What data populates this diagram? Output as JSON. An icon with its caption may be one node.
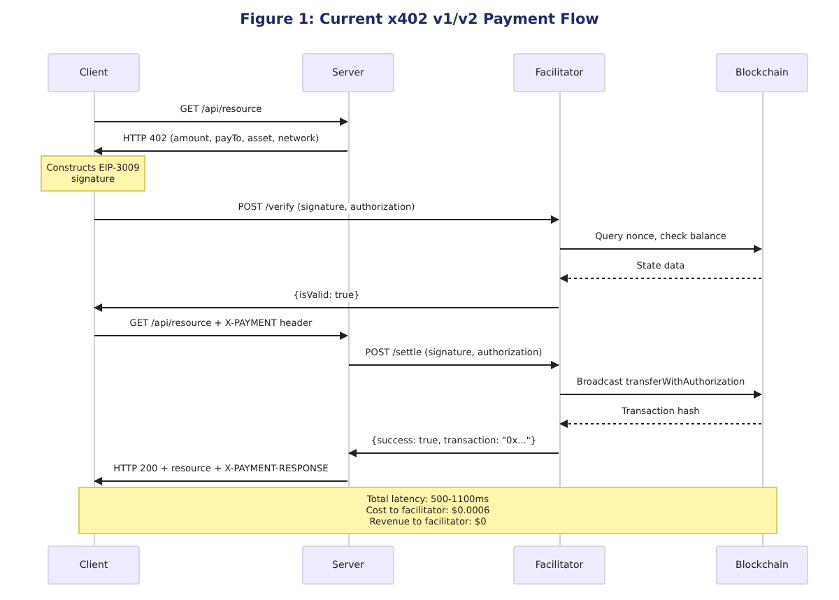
{
  "diagram": {
    "title": "Figure 1: Current x402 v1/v2 Payment Flow",
    "nodes": [
      {
        "text": [
          "Client"
        ]
      },
      {
        "text": [
          "Server"
        ]
      },
      {
        "text": [
          "Facilitator"
        ]
      },
      {
        "text": [
          "Blockchain"
        ]
      },
      {
        "text": [],
        "shape": "bar"
      },
      {
        "text": [],
        "shape": "bar"
      },
      {
        "text": [],
        "shape": "bar"
      },
      {
        "text": [],
        "shape": "bar"
      },
      {
        "text": [
          "Constructs EIP-3009 signature"
        ]
      },
      {
        "text": [
          "Total latency: 500-1100ms",
          "Cost to facilitator: $0.0006",
          "Revenue to facilitator: $0"
        ]
      },
      {
        "text": [
          "Client"
        ]
      },
      {
        "text": [
          "Server"
        ]
      },
      {
        "text": [
          "Facilitator"
        ]
      },
      {
        "text": [
          "Blockchain"
        ]
      }
    ],
    "edges": [
      {
        "from": 4,
        "to": 5,
        "arrow": "to",
        "label": "GET /api/resource"
      },
      {
        "from": 5,
        "to": 4,
        "arrow": "to",
        "label": "HTTP 402 (amount, payTo, asset, network)"
      },
      {
        "from": 4,
        "to": 6,
        "arrow": "to",
        "label": "POST /verify (signature, authorization)"
      },
      {
        "from": 6,
        "to": 7,
        "arrow": "to",
        "label": "Query nonce, check balance"
      },
      {
        "from": 7,
        "to": 6,
        "arrow": "to",
        "label": "State data",
        "style": "dashed"
      },
      {
        "from": 6,
        "to": 4,
        "arrow": "to",
        "label": "{isValid: true}"
      },
      {
        "from": 4,
        "to": 5,
        "arrow": "to",
        "label": "GET /api/resource + X-PAYMENT header"
      },
      {
        "from": 5,
        "to": 6,
        "arrow": "to",
        "label": "POST /settle (signature, authorization)"
      },
      {
        "from": 6,
        "to": 7,
        "arrow": "to",
        "label": "Broadcast transferWithAuthorization"
      },
      {
        "from": 7,
        "to": 6,
        "arrow": "to",
        "label": "Transaction hash",
        "style": "dashed"
      },
      {
        "from": 6,
        "to": 5,
        "arrow": "to",
        "label": "{success: true, transaction: \"0x...\"}"
      },
      {
        "from": 5,
        "to": 4,
        "arrow": "to",
        "label": "HTTP 200 + resource + X-PAYMENT-RESPONSE"
      }
    ]
  }
}
